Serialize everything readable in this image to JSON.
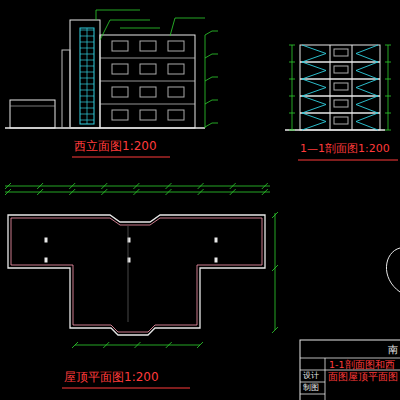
{
  "diagram": {
    "labels": [
      "西立面图1:200",
      "1—1剖面图1:200",
      "屋顶平面图1:200",
      "南",
      "1-1剖面图和西",
      "面图屋顶平面图",
      "设计",
      "制图"
    ]
  }
}
